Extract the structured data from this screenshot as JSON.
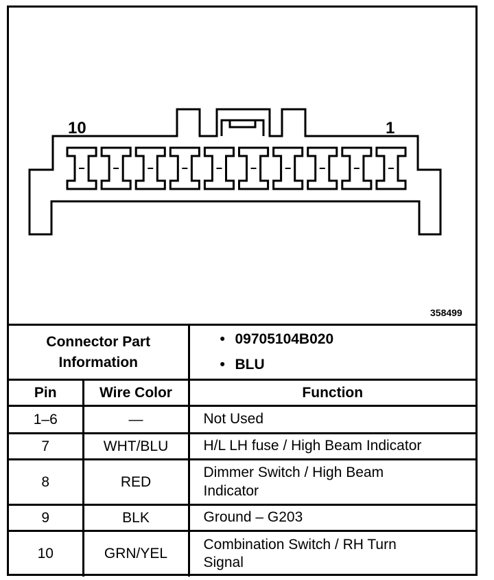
{
  "connector": {
    "pin_left_label": "10",
    "pin_right_label": "1",
    "figure_id": "358499",
    "cavity_count": 10
  },
  "part_info": {
    "label_line1": "Connector Part",
    "label_line2": "Information",
    "items": [
      "09705104B020",
      "BLU"
    ]
  },
  "columns": {
    "pin": "Pin",
    "wire_color": "Wire Color",
    "function": "Function"
  },
  "rows": [
    {
      "pin": "1–6",
      "wire_color": "—",
      "function": "Not Used"
    },
    {
      "pin": "7",
      "wire_color": "WHT/BLU",
      "function": "H/L LH fuse / High Beam Indicator"
    },
    {
      "pin": "8",
      "wire_color": "RED",
      "function_line1": "Dimmer Switch / High Beam",
      "function_line2": "Indicator"
    },
    {
      "pin": "9",
      "wire_color": "BLK",
      "function": "Ground – G203"
    },
    {
      "pin": "10",
      "wire_color": "GRN/YEL",
      "function_line1": "Combination Switch / RH Turn",
      "function_line2": "Signal"
    }
  ]
}
